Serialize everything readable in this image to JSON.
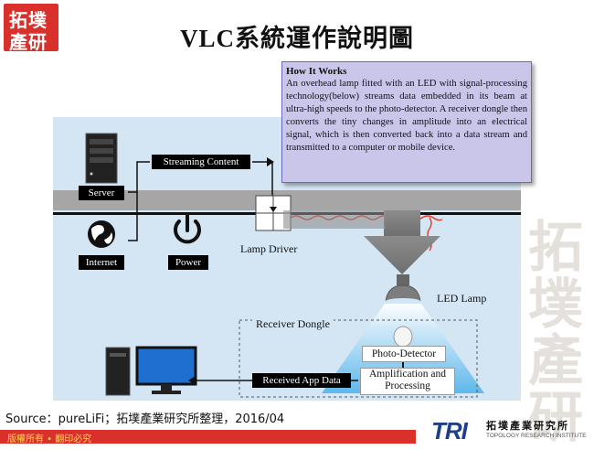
{
  "logo": {
    "line1": "拓墣",
    "line2": "產研"
  },
  "title": {
    "latin": "VLC",
    "rest": "系統運作說明圖"
  },
  "how_it_works": {
    "heading": "How It Works",
    "body": "An overhead lamp fitted with an LED with signal-processing technology(below) streams data embedded in its beam at ultra-high speeds to the photo-detector. A receiver dongle then converts the tiny changes in amplitude into an electrical signal, which is then converted back into a data stream and transmitted to a computer or mobile device."
  },
  "diagram": {
    "server": "Server",
    "internet": "Internet",
    "power": "Power",
    "streaming_content": "Streaming Content",
    "lamp_driver": "Lamp Driver",
    "led_lamp": "LED Lamp",
    "receiver_dongle": "Receiver Dongle",
    "photo_detector": "Photo-Detector",
    "amplification": "Amplification and Processing",
    "received_app_data": "Received App Data"
  },
  "source": "Source：pureLiFi；拓墣產業研究所整理，2016/04",
  "footer": {
    "copyright": "版權所有 • 翻印必究",
    "tri_brand": "TRI",
    "tri_name": "拓墣產業研究所",
    "tri_sub": "TOPOLOGY RESEARCH INSTITUTE"
  },
  "watermark": "拓墣產研"
}
